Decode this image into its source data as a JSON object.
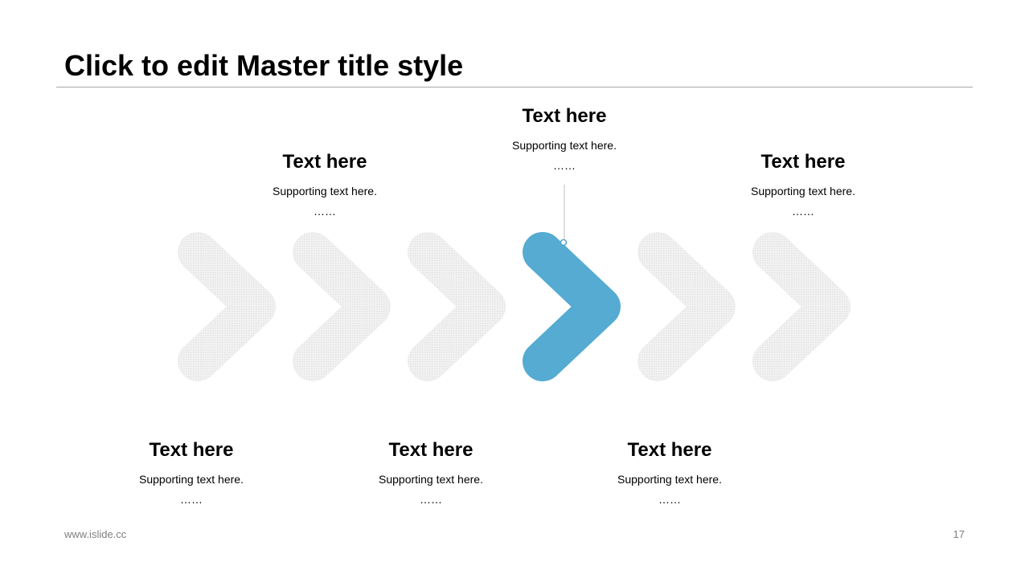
{
  "slide": {
    "title": "Click to edit Master title style",
    "footer_url": "www.islide.cc",
    "page_number": "17"
  },
  "colors": {
    "accent": "#55abd1",
    "muted_chevron": "#eeeeee",
    "rule": "#a6a6a6",
    "footer_text": "#808080"
  },
  "icons": {
    "chevron": "chevron-right-icon"
  },
  "process": {
    "step_count": 6,
    "highlighted_step": 4
  },
  "top_blocks": [
    {
      "title": "Text here",
      "sub": "Supporting  text here.",
      "dots": "……"
    },
    {
      "title": "Text here",
      "sub": "Supporting  text here.",
      "dots": "……"
    },
    {
      "title": "Text here",
      "sub": "Supporting  text here.",
      "dots": "……"
    }
  ],
  "bottom_blocks": [
    {
      "title": "Text here",
      "sub": "Supporting  text here.",
      "dots": "……"
    },
    {
      "title": "Text here",
      "sub": "Supporting  text here.",
      "dots": "……"
    },
    {
      "title": "Text here",
      "sub": "Supporting  text here.",
      "dots": "……"
    }
  ]
}
